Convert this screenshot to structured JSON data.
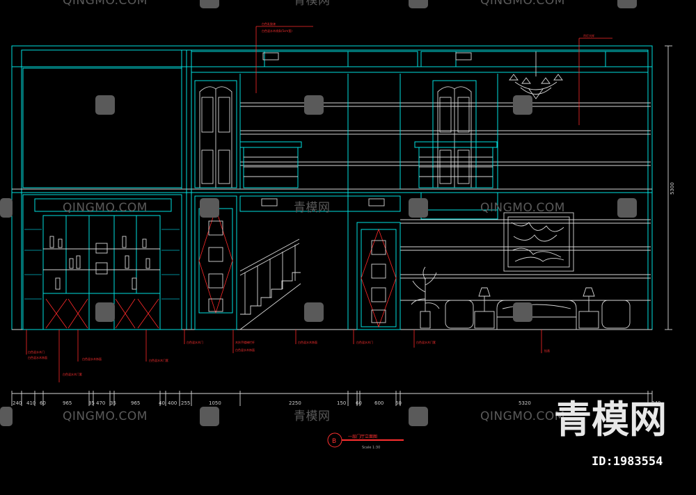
{
  "drawing": {
    "title": "一层门厅立面图",
    "scale": "Scale  1:30",
    "section_marker": "B",
    "height_dimension": "5300"
  },
  "dimensions": [
    "240",
    "410",
    "60",
    "965",
    "35",
    "470",
    "35",
    "965",
    "40",
    "400",
    "255",
    "1050",
    "2250",
    "150",
    "60",
    "600",
    "60",
    "5320",
    "240"
  ],
  "annotations": [
    {
      "text": "白色乳胶漆"
    },
    {
      "text": "白色混水木线条(5cm宽)"
    },
    {
      "text": "吊灯大样"
    },
    {
      "text": "白色混水木门"
    },
    {
      "text": "白色混水木饰面"
    },
    {
      "text": "白色混水木门套"
    },
    {
      "text": "木扶手楼梯栏杆"
    },
    {
      "text": "挂画"
    }
  ],
  "watermarks": {
    "site": "QINGMO.COM",
    "cn": "青模网",
    "brand": "青模网",
    "id": "ID:1983554"
  }
}
